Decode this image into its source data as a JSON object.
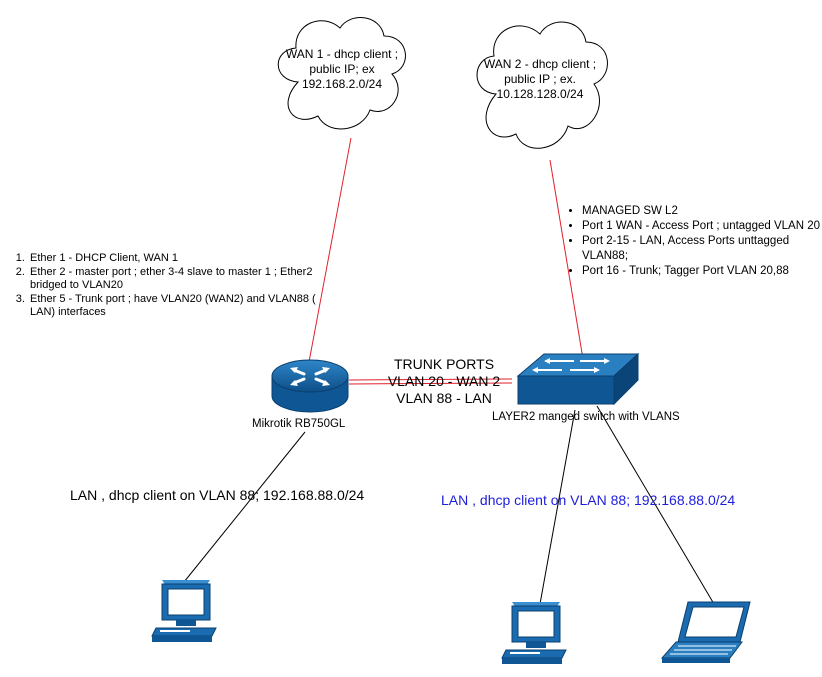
{
  "colors": {
    "wan_link": "#e0202a",
    "lan_link": "#000000",
    "lan2_text": "#1d1ddc",
    "device": "#1b6bb0"
  },
  "wan1": {
    "line1": "WAN 1 - dhcp client ;",
    "line2": "public IP; ex",
    "line3": "192.168.2.0/24"
  },
  "wan2": {
    "line1": "WAN 2 - dhcp client ;",
    "line2": "public IP ; ex.",
    "line3": "10.128.128.0/24"
  },
  "router": {
    "label": "Mikrotik RB750GL",
    "ports": [
      "Ether 1 - DHCP Client, WAN 1",
      "Ether 2 - master port ; ether 3-4 slave to master 1 ; Ether2 bridged to VLAN20",
      "Ether 5 - Trunk port ; have VLAN20 (WAN2) and VLAN88 ( LAN)  interfaces"
    ]
  },
  "switch": {
    "label": "LAYER2 manged switch with VLANS",
    "notes": [
      "MANAGED SW L2",
      "Port 1 WAN - Access Port ; untagged VLAN 20",
      "Port 2-15 - LAN, Access Ports  unttagged VLAN88;",
      "Port 16 - Trunk; Tagger Port VLAN 20,88"
    ]
  },
  "trunk": {
    "line1": "TRUNK PORTS",
    "line2": "VLAN 20 - WAN 2",
    "line3": "VLAN 88 - LAN"
  },
  "lan_router": "LAN , dhcp client on VLAN 88; 192.168.88.0/24",
  "lan_switch": "LAN , dhcp client on VLAN 88; 192.168.88.0/24",
  "icons": [
    "cloud-icon",
    "router-icon",
    "switch-icon",
    "desktop-computer-icon",
    "laptop-icon"
  ]
}
